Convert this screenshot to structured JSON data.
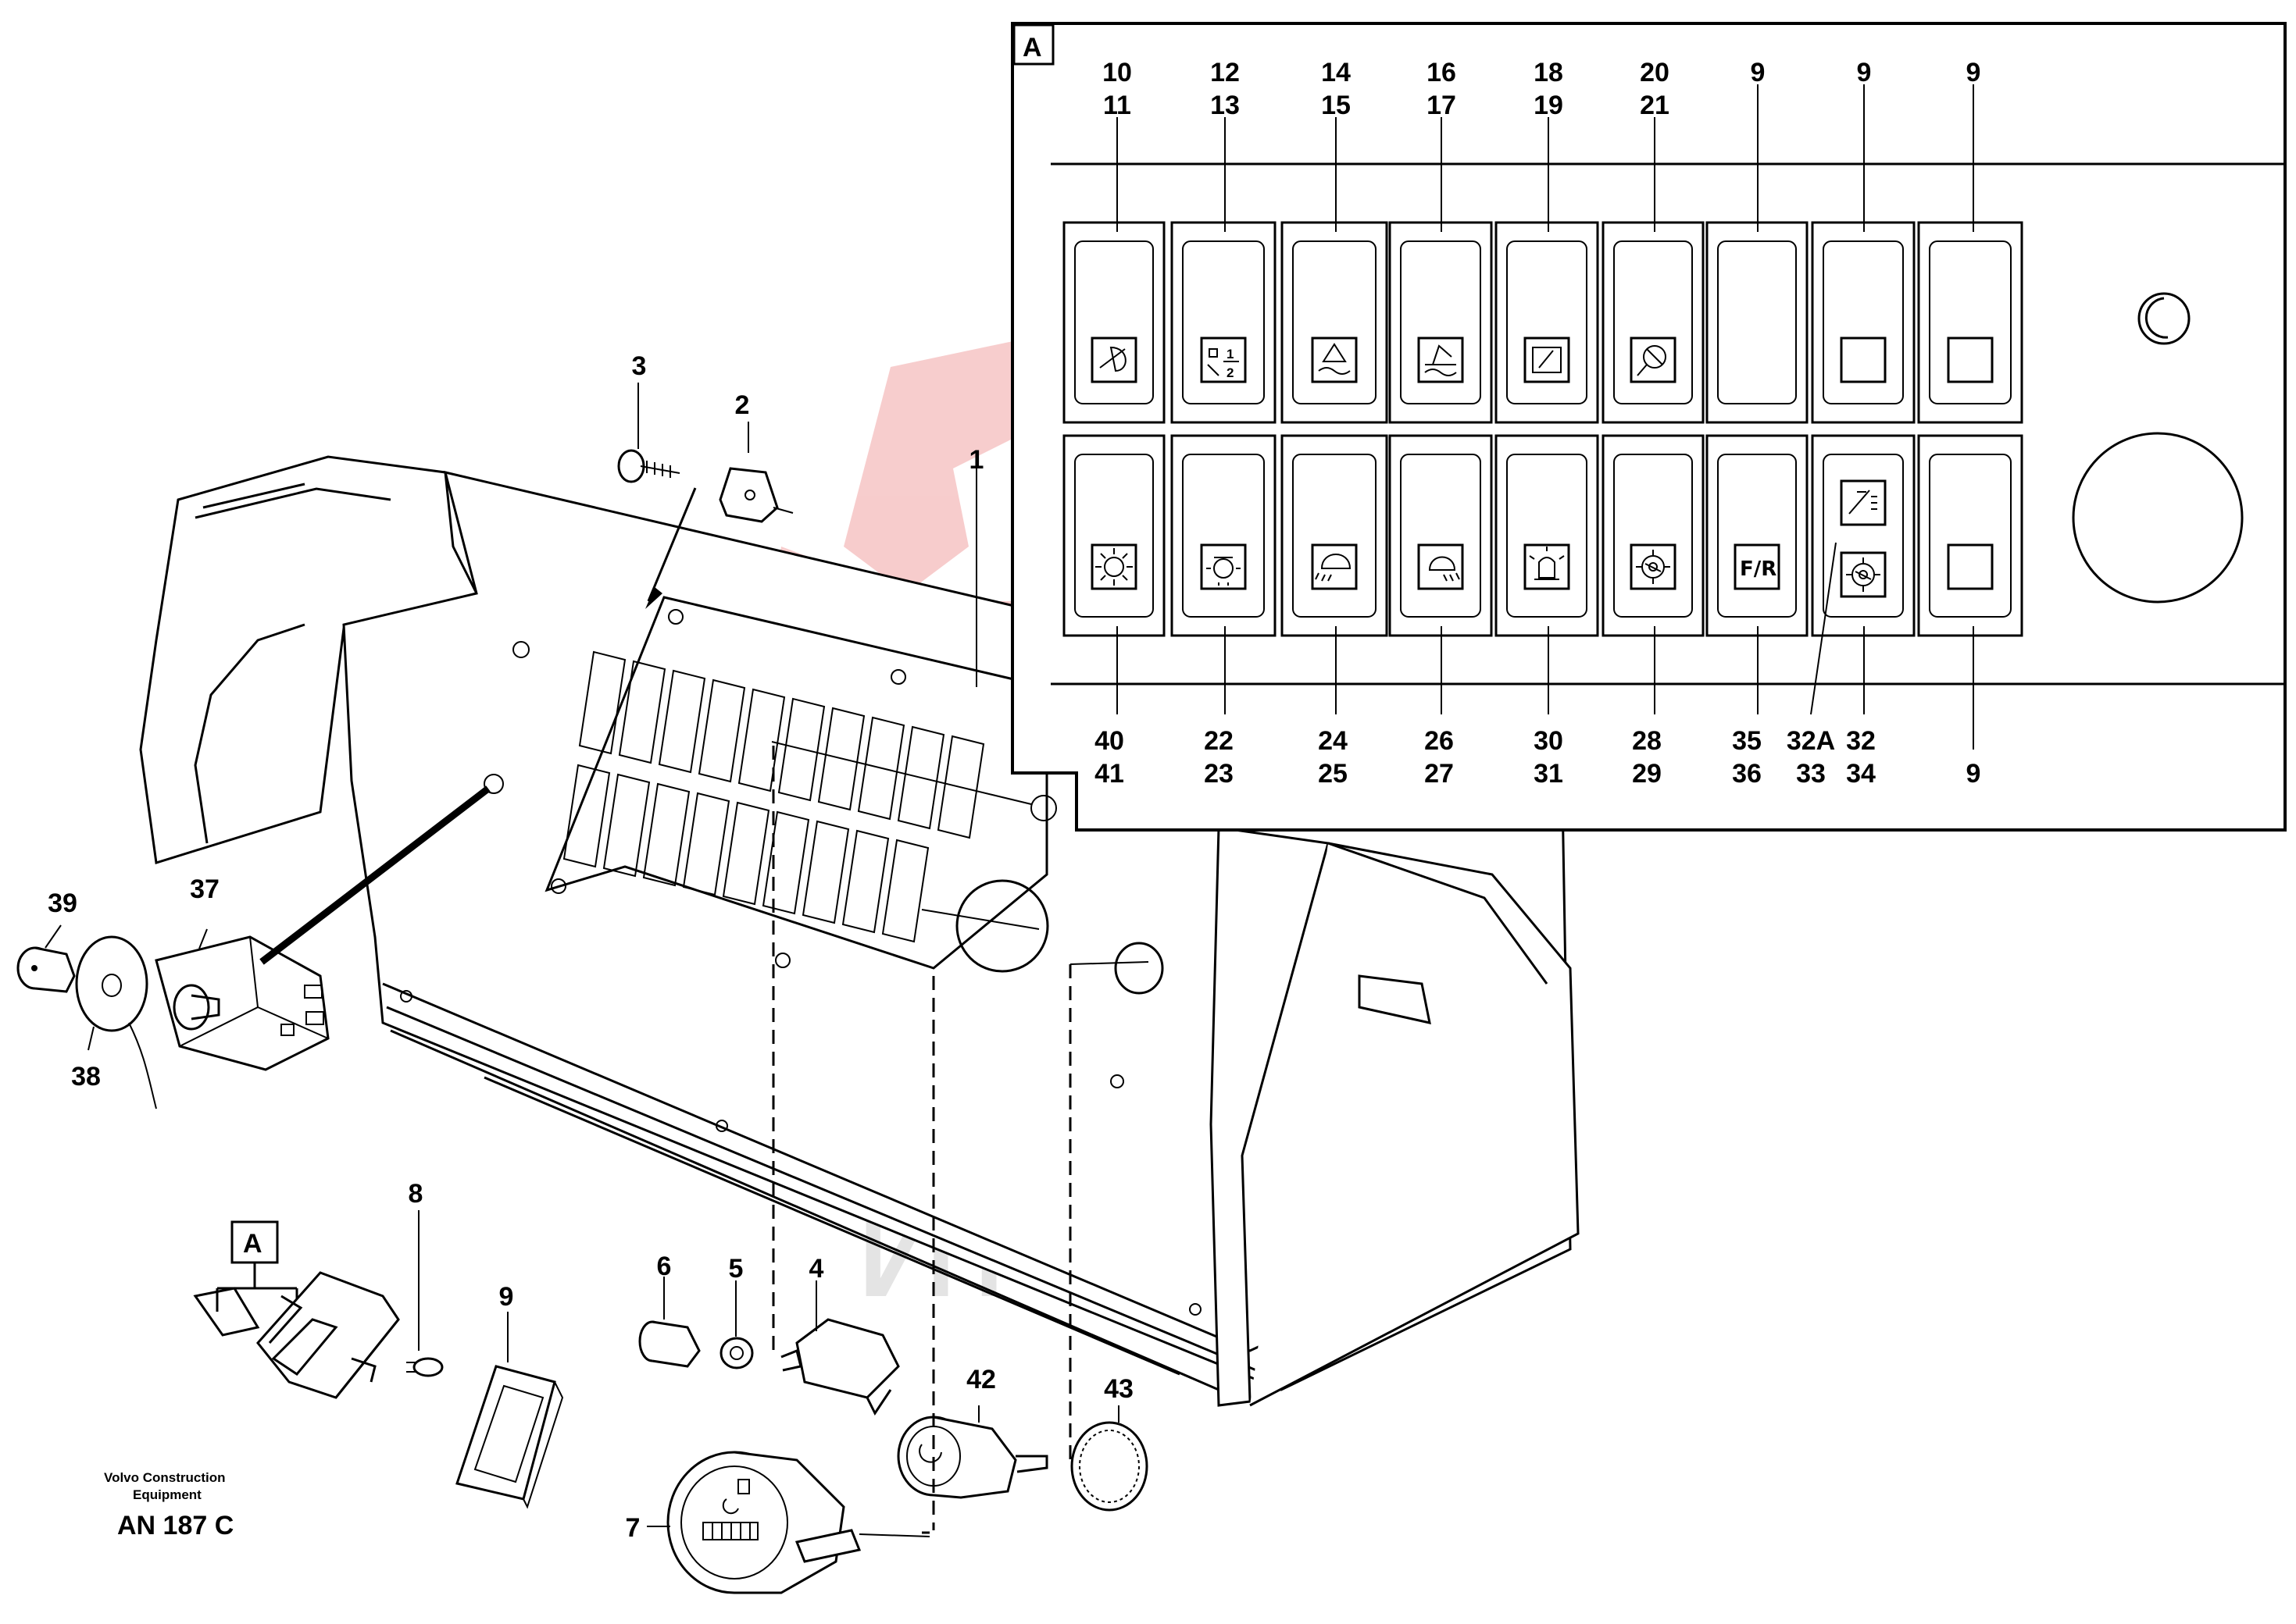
{
  "watermark": {
    "text": "ИНТЕХ",
    "logo_color": "#f6c4c4"
  },
  "detail": {
    "tag": "A"
  },
  "detail_ref": {
    "tag": "A"
  },
  "top_labels": [
    [
      "10",
      "11"
    ],
    [
      "12",
      "13"
    ],
    [
      "14",
      "15"
    ],
    [
      "16",
      "17"
    ],
    [
      "18",
      "19"
    ],
    [
      "20",
      "21"
    ],
    [
      "9"
    ],
    [
      "9"
    ],
    [
      "9"
    ]
  ],
  "bottom_labels": [
    [
      "40",
      "41"
    ],
    [
      "22",
      "23"
    ],
    [
      "24",
      "25"
    ],
    [
      "26",
      "27"
    ],
    [
      "30",
      "31"
    ],
    [
      "28",
      "29"
    ],
    [
      "35",
      "36"
    ],
    [
      "32A",
      "33"
    ],
    [
      "32",
      "34"
    ],
    [
      "9"
    ]
  ],
  "switch_symbols": {
    "top": [
      "wiper-rear-icon",
      "diff-lock-icon",
      "bucket-float-icon",
      "boom-float-icon",
      "rear-window-icon",
      "seat-heater-icon",
      "blank",
      "blank-square-icon",
      "blank-square-icon"
    ],
    "bottom": [
      "work-light-icon",
      "interior-light-icon",
      "front-light-icon",
      "rear-light-icon",
      "beacon-icon",
      "gear-cog-icon",
      "fr-selector-icon",
      "wiper-washer-icon",
      "blank-square-icon"
    ],
    "fr_text": "F/R",
    "diff_lock_fraction": [
      "1",
      "2"
    ]
  },
  "part_labels": [
    {
      "id": "1",
      "text": "1"
    },
    {
      "id": "2",
      "text": "2"
    },
    {
      "id": "3",
      "text": "3"
    },
    {
      "id": "4",
      "text": "4"
    },
    {
      "id": "5",
      "text": "5"
    },
    {
      "id": "6",
      "text": "6"
    },
    {
      "id": "7",
      "text": "7"
    },
    {
      "id": "8",
      "text": "8"
    },
    {
      "id": "9",
      "text": "9"
    },
    {
      "id": "37",
      "text": "37"
    },
    {
      "id": "38",
      "text": "38"
    },
    {
      "id": "39",
      "text": "39"
    },
    {
      "id": "42",
      "text": "42"
    },
    {
      "id": "43",
      "text": "43"
    }
  ],
  "footer": {
    "maker_line1": "Volvo Construction",
    "maker_line2": "Equipment",
    "drawing_code": "AN 187 C"
  }
}
